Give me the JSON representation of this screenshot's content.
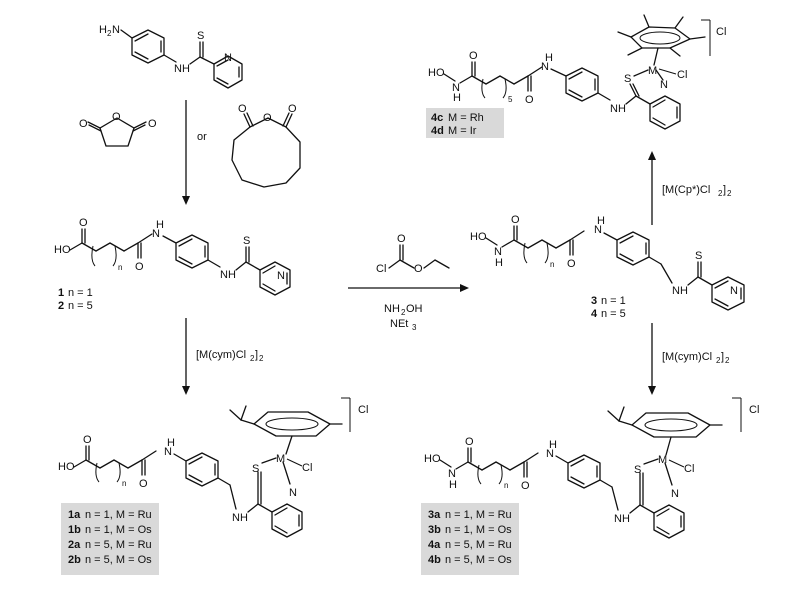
{
  "atoms": {
    "h2n_N": "N",
    "h2n_H": "H",
    "h2n_2": "2",
    "N": "N",
    "H": "H",
    "NH": "NH",
    "S": "S",
    "O": "O",
    "HO": "HO",
    "n": "n",
    "five": "5",
    "M": "M",
    "Cl": "Cl"
  },
  "reagents": {
    "or": "or",
    "cp_label": "[M(Cp*)Cl",
    "cp_sub": "2",
    "cp_close": "]",
    "cp_sub2": "2",
    "cym_label": "[M(cym)Cl",
    "cym_sub": "2",
    "cym_close": "]",
    "cym_sub2": "2",
    "chloro_Cl": "Cl",
    "nh2oh": "NH",
    "nh2oh_sub": "2",
    "nh2oh_tail": "OH",
    "net": "NEt",
    "net_sub": "3"
  },
  "labels": {
    "c1": "1",
    "c1_text": "n = 1",
    "c2": "2",
    "c2_text": "n = 5",
    "c3": "3",
    "c3_text": "n = 1",
    "c4": "4",
    "c4_text": "n = 5",
    "c4c": "4c",
    "c4c_text": "M = Rh",
    "c4d": "4d",
    "c4d_text": "M = Ir",
    "c1a": "1a",
    "c1a_text": "n = 1, M = Ru",
    "c1b": "1b",
    "c1b_text": "n = 1, M = Os",
    "c2a": "2a",
    "c2a_text": "n = 5, M = Ru",
    "c2b": "2b",
    "c2b_text": "n = 5, M = Os",
    "c3a": "3a",
    "c3a_text": "n = 1, M = Ru",
    "c3b": "3b",
    "c3b_text": "n = 1, M = Os",
    "c4a": "4a",
    "c4a_text": "n = 5, M = Ru",
    "c4b": "4b",
    "c4b_text": "n = 5, M = Os",
    "counter_cl": "Cl"
  }
}
